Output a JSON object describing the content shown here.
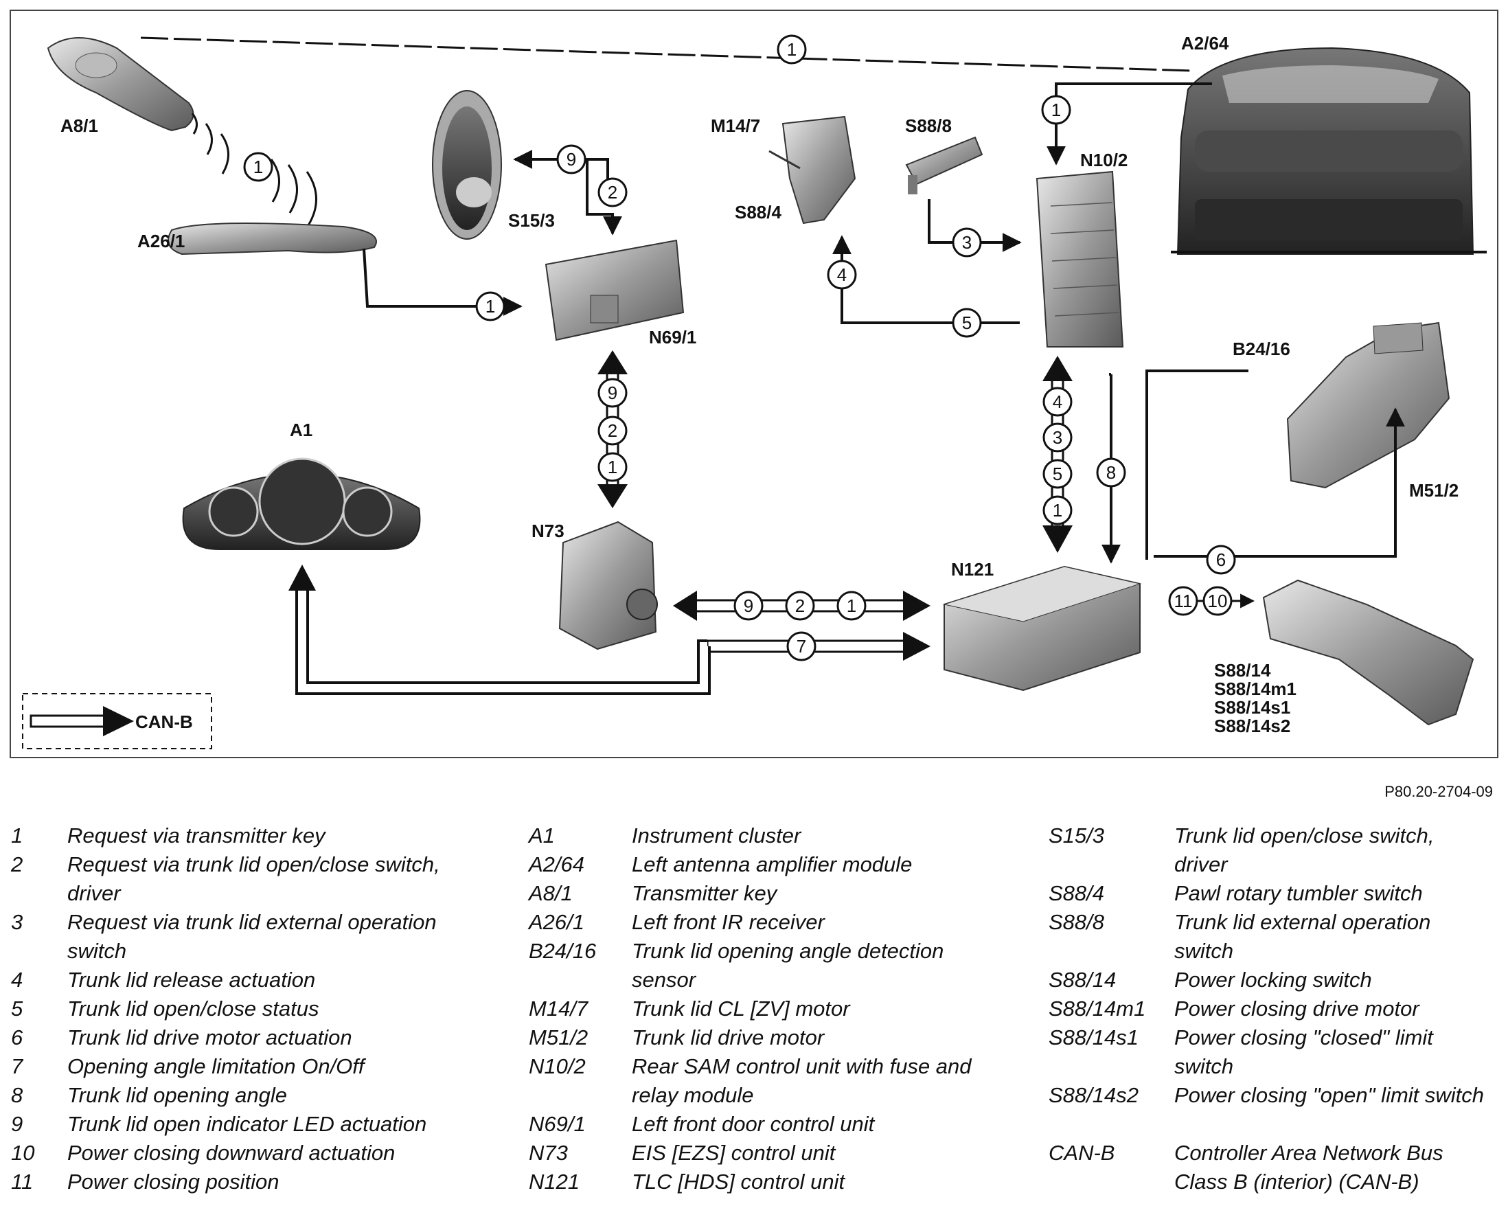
{
  "diagram": {
    "components": {
      "A8_1": "A8/1",
      "A26_1": "A26/1",
      "S15_3": "S15/3",
      "N69_1": "N69/1",
      "M14_7": "M14/7",
      "S88_4": "S88/4",
      "S88_8": "S88/8",
      "N10_2": "N10/2",
      "A2_64": "A2/64",
      "B24_16": "B24/16",
      "M51_2": "M51/2",
      "A1": "A1",
      "N73": "N73",
      "N121": "N121",
      "S88_14": "S88/14",
      "S88_14m1": "S88/14m1",
      "S88_14s1": "S88/14s1",
      "S88_14s2": "S88/14s2"
    },
    "signals": {
      "top_radio": "1",
      "key_to_receiver": "1",
      "a2_to_n10": "1",
      "a26_to_n69": "1",
      "n69_to_s15": "9",
      "s15_to_n69": "2",
      "n69_n73_bus": [
        "9",
        "2",
        "1"
      ],
      "n73_n121_bus": [
        "9",
        "2",
        "1"
      ],
      "n121_to_a1": "7",
      "s88_8_to_n10": "3",
      "n10_to_s88_4": "4",
      "s88_4_to_n10": "5",
      "n10_n121_bus": [
        "4",
        "3",
        "5",
        "1"
      ],
      "b24_to_n121": "8",
      "n121_to_m51": "6",
      "n121_s88_14": [
        "11",
        "10"
      ]
    },
    "canb_key": "CAN-B",
    "figure_ref": "P80.20-2704-09"
  },
  "legend": {
    "col1": [
      {
        "code": "1",
        "desc": "Request via transmitter key"
      },
      {
        "code": "2",
        "desc": "Request via trunk lid open/close switch, driver"
      },
      {
        "code": "3",
        "desc": "Request via trunk lid external operation switch"
      },
      {
        "code": "4",
        "desc": "Trunk lid release actuation"
      },
      {
        "code": "5",
        "desc": "Trunk lid open/close status"
      },
      {
        "code": "6",
        "desc": "Trunk lid drive motor actuation"
      },
      {
        "code": "7",
        "desc": "Opening angle limitation On/Off"
      },
      {
        "code": "8",
        "desc": "Trunk lid opening angle"
      },
      {
        "code": "9",
        "desc": "Trunk lid open indicator LED actuation"
      },
      {
        "code": "10",
        "desc": "Power closing downward actuation"
      },
      {
        "code": "11",
        "desc": "Power closing position"
      }
    ],
    "col2": [
      {
        "code": "A1",
        "desc": "Instrument cluster"
      },
      {
        "code": "A2/64",
        "desc": "Left antenna amplifier module"
      },
      {
        "code": "A8/1",
        "desc": "Transmitter key"
      },
      {
        "code": "A26/1",
        "desc": "Left front IR receiver"
      },
      {
        "code": "B24/16",
        "desc": "Trunk lid opening angle detection sensor"
      },
      {
        "code": "M14/7",
        "desc": "Trunk lid CL [ZV] motor"
      },
      {
        "code": "M51/2",
        "desc": "Trunk lid drive motor"
      },
      {
        "code": "N10/2",
        "desc": "Rear SAM control unit with fuse and relay module"
      },
      {
        "code": "N69/1",
        "desc": "Left front door control unit"
      },
      {
        "code": "N73",
        "desc": "EIS [EZS] control unit"
      },
      {
        "code": "N121",
        "desc": "TLC [HDS] control unit"
      }
    ],
    "col3": [
      {
        "code": "S15/3",
        "desc": "Trunk lid open/close switch, driver"
      },
      {
        "code": "S88/4",
        "desc": "Pawl rotary tumbler switch"
      },
      {
        "code": "S88/8",
        "desc": "Trunk lid external operation switch"
      },
      {
        "code": "S88/14",
        "desc": "Power locking switch"
      },
      {
        "code": "S88/14m1",
        "desc": "Power closing drive motor"
      },
      {
        "code": "S88/14s1",
        "desc": "Power closing \"closed\" limit switch"
      },
      {
        "code": "S88/14s2",
        "desc": "Power closing \"open\" limit switch"
      },
      {
        "code": "CAN-B",
        "desc": "Controller Area Network Bus Class B (interior) (CAN-B)"
      }
    ]
  }
}
